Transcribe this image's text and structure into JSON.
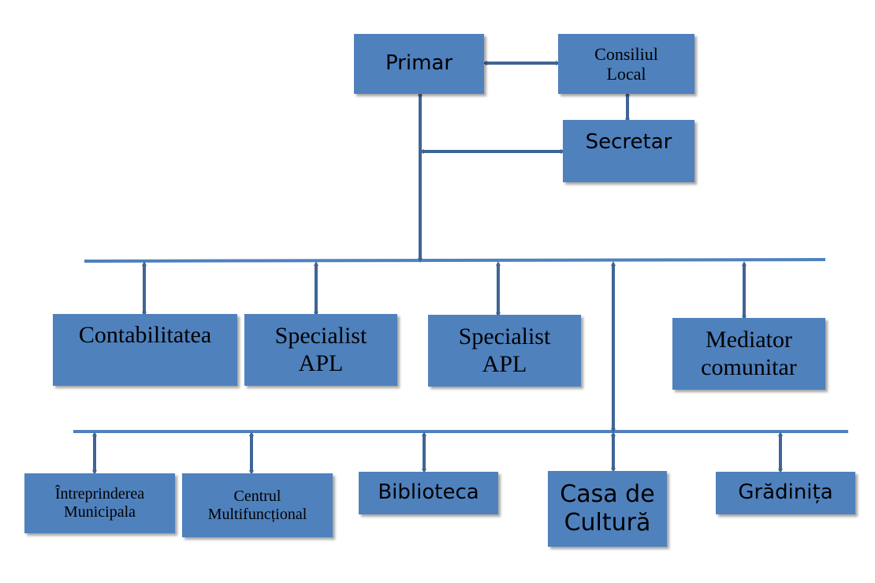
{
  "colors": {
    "box_fill": "#4f81bd",
    "connector": "#3f6596",
    "bus_line": "#4f81bd",
    "text": "#000000"
  },
  "nodes": {
    "primar": "Primar",
    "consiliul_local": "Consiliul Local",
    "secretar": "Secretar",
    "contabilitatea": "Contabilitatea",
    "specialist_apl_1": "Specialist APL",
    "specialist_apl_2": "Specialist APL",
    "mediator_comunitar": "Mediator comunitar",
    "intreprinderea_municipala": "Întreprinderea Municipala",
    "centrul_multifunctional": "Centrul Multifuncțional",
    "biblioteca": "Biblioteca",
    "casa_de_cultura": "Casa de Cultură",
    "gradinita": "Grădinița"
  },
  "lines": {
    "primar": [
      "Primar"
    ],
    "consiliul_local": [
      "Consiliul",
      "Local"
    ],
    "specialist_apl_1": [
      "Specialist",
      "APL"
    ],
    "specialist_apl_2": [
      "Specialist",
      "APL"
    ],
    "mediator_comunitar": [
      "Mediator",
      "comunitar"
    ],
    "intreprinderea_municipala": [
      "Întreprinderea",
      "Municipala"
    ],
    "centrul_multifunctional": [
      "Centrul",
      "Multifuncțional"
    ],
    "casa_de_cultura": [
      "Casa de",
      "Cultură"
    ]
  }
}
